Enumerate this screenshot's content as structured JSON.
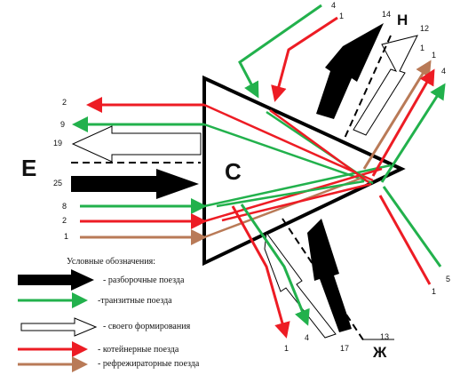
{
  "station": {
    "center_label": "С"
  },
  "directions": {
    "east": "Е",
    "north": "Н",
    "south": "Ж"
  },
  "west_labels": {
    "r2_top": "2",
    "r9": "9",
    "r19": "19",
    "r25": "25",
    "r8": "8",
    "r2_bot": "2",
    "r1": "1"
  },
  "north_labels": {
    "n4": "4",
    "n1": "1",
    "n14": "14",
    "n12": "12",
    "n1b": "1",
    "n1c": "1",
    "n4b": "4"
  },
  "south_labels": {
    "s1": "1",
    "s4": "4",
    "s17": "17",
    "s13": "13",
    "s5": "5",
    "s1b": "1"
  },
  "legend": {
    "title": "Условные обозначения:",
    "items": [
      {
        "label": "- разборочные поезда",
        "color": "#000000"
      },
      {
        "label": "-транзитные поезда",
        "color": "#22b14c"
      },
      {
        "label": "- своего формирования",
        "color": "#ffffff"
      },
      {
        "label": "- котейнерные поезда",
        "color": "#ed1c24"
      },
      {
        "label": "- рефрежираторные поезда",
        "color": "#b97a57"
      }
    ]
  },
  "colors": {
    "black": "#000000",
    "green": "#22b14c",
    "red": "#ed1c24",
    "brown": "#b97a57"
  }
}
